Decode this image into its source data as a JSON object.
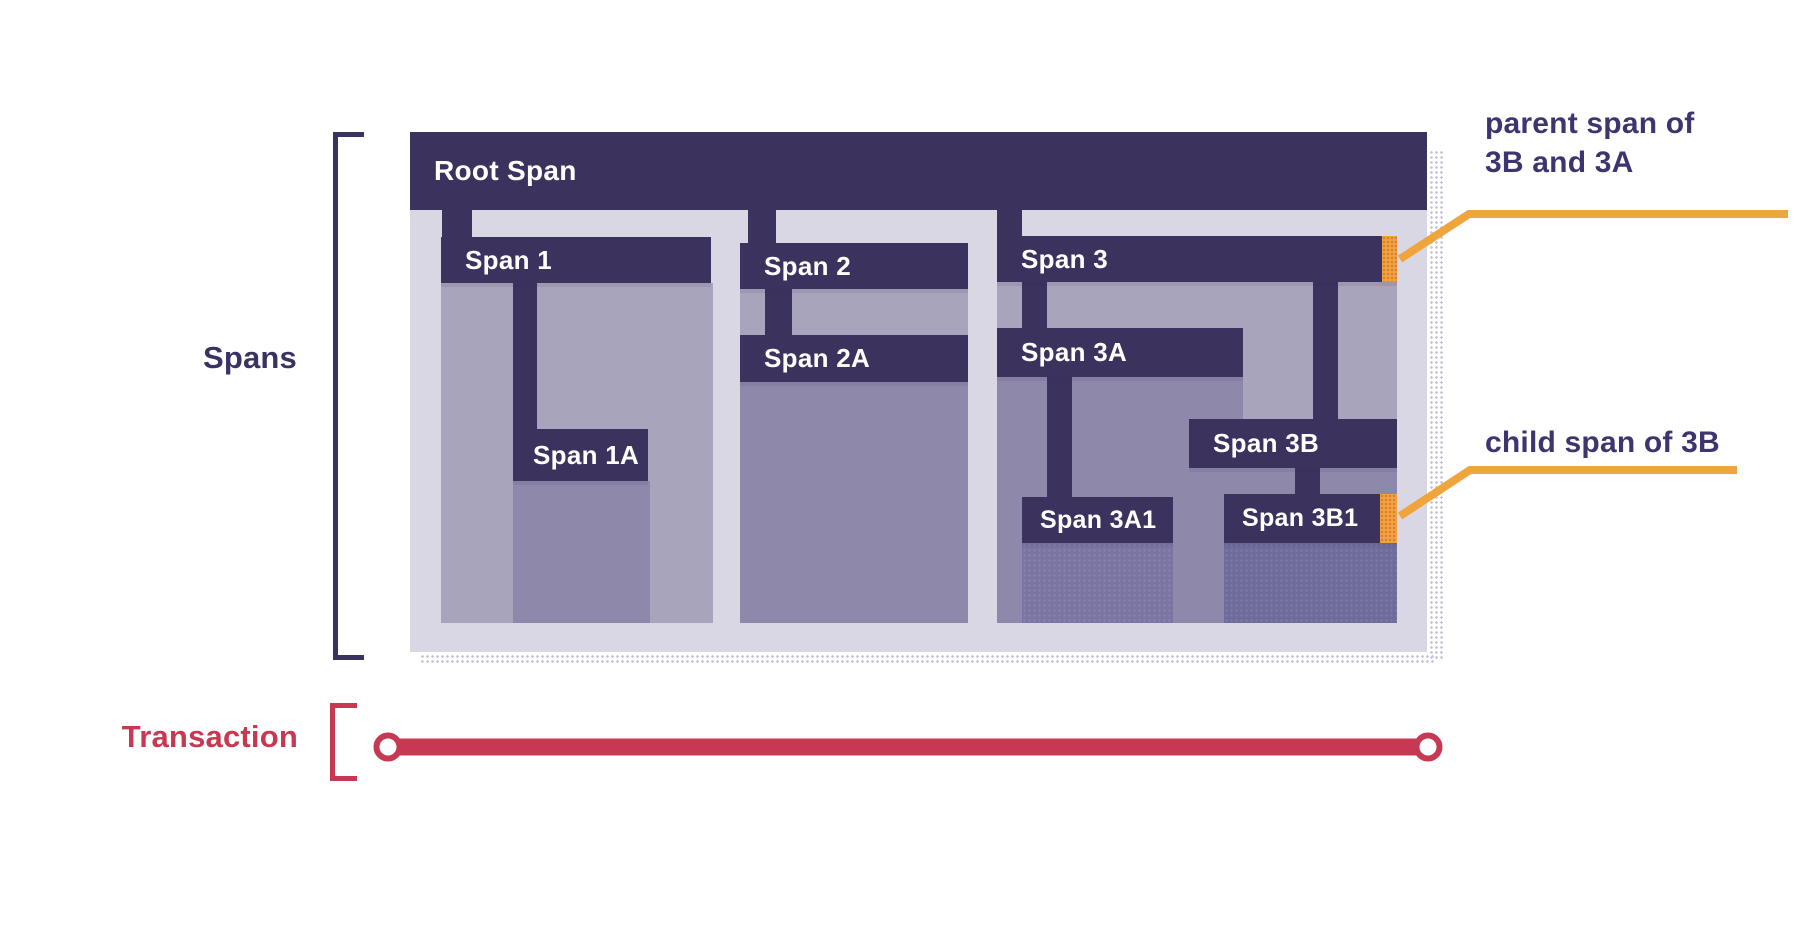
{
  "labels": {
    "spans": "Spans",
    "transaction": "Transaction"
  },
  "diagram": {
    "root": {
      "label": "Root Span"
    },
    "bars": {
      "span1": "Span 1",
      "span1a": "Span 1A",
      "span2": "Span 2",
      "span2a": "Span 2A",
      "span3": "Span 3",
      "span3a": "Span 3A",
      "span3a1": "Span 3A1",
      "span3b": "Span 3B",
      "span3b1": "Span 3B1"
    }
  },
  "annotations": {
    "parent": "parent span of 3B and 3A",
    "child": "child span of 3B"
  },
  "colors": {
    "bar_navy": "#3b325e",
    "panel_lavender": "#d9d7e4",
    "region_level1": "#a8a4bc",
    "region_level2": "#8e89ab",
    "region_level3": "#6f6b9b",
    "accent_orange": "#f0a43c",
    "transaction_red": "#c73852",
    "text_navy": "#3e3470"
  }
}
